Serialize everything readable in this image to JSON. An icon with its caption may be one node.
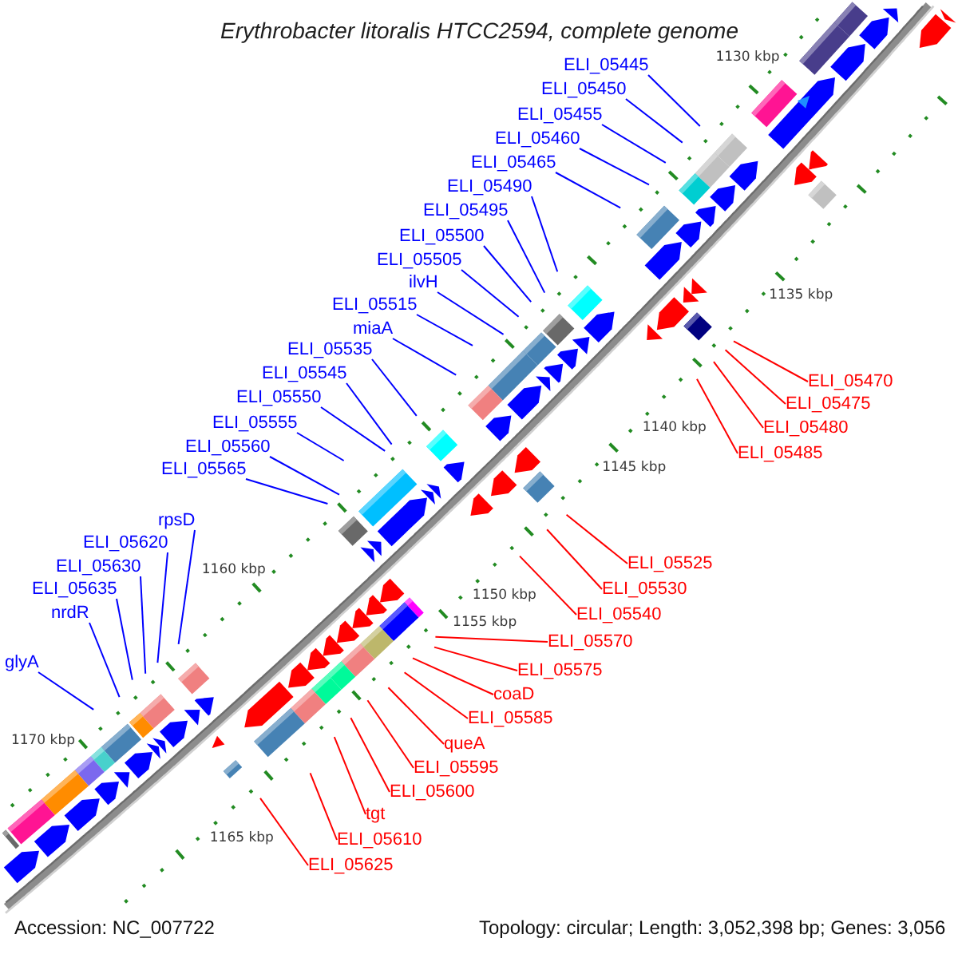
{
  "diagram": {
    "title": "Erythrobacter litoralis HTCC2594, complete genome",
    "nodes": [
      {
        "text": [
          "ELI_05445"
        ]
      },
      {
        "text": [
          "ELI_05450"
        ]
      },
      {
        "text": [
          "ELI_05455"
        ]
      },
      {
        "text": [
          "ELI_05460"
        ]
      },
      {
        "text": [
          "ELI_05465"
        ]
      },
      {
        "text": [
          "ELI_05490"
        ]
      },
      {
        "text": [
          "ELI_05495"
        ]
      },
      {
        "text": [
          "ELI_05500"
        ]
      },
      {
        "text": [
          "ELI_05505"
        ]
      },
      {
        "text": [
          "ilvH"
        ]
      },
      {
        "text": [
          "ELI_05515"
        ]
      },
      {
        "text": [
          "miaA"
        ]
      },
      {
        "text": [
          "ELI_05535"
        ]
      },
      {
        "text": [
          "ELI_05545"
        ]
      },
      {
        "text": [
          "ELI_05550"
        ]
      },
      {
        "text": [
          "ELI_05555"
        ]
      },
      {
        "text": [
          "ELI_05560"
        ]
      },
      {
        "text": [
          "ELI_05565"
        ]
      },
      {
        "text": [
          "rpsD"
        ]
      },
      {
        "text": [
          "ELI_05620"
        ]
      },
      {
        "text": [
          "ELI_05630"
        ]
      },
      {
        "text": [
          "ELI_05635"
        ]
      },
      {
        "text": [
          "nrdR"
        ]
      },
      {
        "text": [
          "glyA"
        ]
      },
      {
        "text": [
          "ELI_05470"
        ]
      },
      {
        "text": [
          "ELI_05475"
        ]
      },
      {
        "text": [
          "ELI_05480"
        ]
      },
      {
        "text": [
          "ELI_05485"
        ]
      },
      {
        "text": [
          "ELI_05525"
        ]
      },
      {
        "text": [
          "ELI_05530"
        ]
      },
      {
        "text": [
          "ELI_05540"
        ]
      },
      {
        "text": [
          "ELI_05570"
        ]
      },
      {
        "text": [
          "ELI_05575"
        ]
      },
      {
        "text": [
          "coaD"
        ]
      },
      {
        "text": [
          "ELI_05585"
        ]
      },
      {
        "text": [
          "queA"
        ]
      },
      {
        "text": [
          "ELI_05595"
        ]
      },
      {
        "text": [
          "ELI_05600"
        ]
      },
      {
        "text": [
          "tgt"
        ]
      },
      {
        "text": [
          "ELI_05610"
        ]
      },
      {
        "text": [
          "ELI_05625"
        ]
      }
    ],
    "edges": [
      {
        "from": 0,
        "to": null,
        "arrow": "none"
      },
      {
        "from": 1,
        "to": null,
        "arrow": "none"
      },
      {
        "from": 2,
        "to": null,
        "arrow": "none"
      },
      {
        "from": 3,
        "to": null,
        "arrow": "none"
      },
      {
        "from": 4,
        "to": null,
        "arrow": "none"
      },
      {
        "from": 5,
        "to": null,
        "arrow": "none"
      },
      {
        "from": 6,
        "to": null,
        "arrow": "none"
      },
      {
        "from": 7,
        "to": null,
        "arrow": "none"
      },
      {
        "from": 8,
        "to": null,
        "arrow": "none"
      },
      {
        "from": 9,
        "to": null,
        "arrow": "none"
      },
      {
        "from": 10,
        "to": null,
        "arrow": "none"
      },
      {
        "from": 11,
        "to": null,
        "arrow": "none"
      },
      {
        "from": 12,
        "to": null,
        "arrow": "none"
      },
      {
        "from": 13,
        "to": null,
        "arrow": "none"
      },
      {
        "from": 14,
        "to": null,
        "arrow": "none"
      },
      {
        "from": 15,
        "to": null,
        "arrow": "none"
      },
      {
        "from": 16,
        "to": null,
        "arrow": "none"
      },
      {
        "from": 17,
        "to": null,
        "arrow": "none"
      },
      {
        "from": 18,
        "to": null,
        "arrow": "none"
      },
      {
        "from": 19,
        "to": null,
        "arrow": "none"
      },
      {
        "from": 20,
        "to": null,
        "arrow": "none"
      },
      {
        "from": 21,
        "to": null,
        "arrow": "none"
      },
      {
        "from": 22,
        "to": null,
        "arrow": "none"
      },
      {
        "from": 23,
        "to": null,
        "arrow": "none"
      },
      {
        "from": 24,
        "to": null,
        "arrow": "none",
        "color": "#ff0000"
      },
      {
        "from": 25,
        "to": null,
        "arrow": "none",
        "color": "#ff0000"
      },
      {
        "from": 26,
        "to": null,
        "arrow": "none",
        "color": "#ff0000"
      },
      {
        "from": 27,
        "to": null,
        "arrow": "none",
        "color": "#ff0000"
      },
      {
        "from": 28,
        "to": null,
        "arrow": "none",
        "color": "#ff0000"
      },
      {
        "from": 29,
        "to": null,
        "arrow": "none",
        "color": "#ff0000"
      },
      {
        "from": 30,
        "to": null,
        "arrow": "none",
        "color": "#ff0000"
      },
      {
        "from": 31,
        "to": null,
        "arrow": "none",
        "color": "#ff0000"
      },
      {
        "from": 32,
        "to": null,
        "arrow": "none",
        "color": "#ff0000"
      },
      {
        "from": 33,
        "to": null,
        "arrow": "none",
        "color": "#ff0000"
      },
      {
        "from": 34,
        "to": null,
        "arrow": "none",
        "color": "#ff0000"
      },
      {
        "from": 35,
        "to": null,
        "arrow": "none",
        "color": "#ff0000"
      },
      {
        "from": 36,
        "to": null,
        "arrow": "none",
        "color": "#ff0000"
      },
      {
        "from": 37,
        "to": null,
        "arrow": "none",
        "color": "#ff0000"
      },
      {
        "from": 38,
        "to": null,
        "arrow": "none",
        "color": "#ff0000"
      },
      {
        "from": 39,
        "to": null,
        "arrow": "none",
        "color": "#ff0000"
      },
      {
        "from": 40,
        "to": null,
        "arrow": "none",
        "color": "#ff0000"
      }
    ],
    "labels": [
      "1130 kbp",
      "1135 kbp",
      "1140 kbp",
      "1145 kbp",
      "1150 kbp",
      "1155 kbp",
      "1160 kbp",
      "1165 kbp",
      "1170 kbp",
      "Accession: NC_007722",
      "Topology: circular; Length: 3,052,398 bp; Genes: 3,056"
    ]
  }
}
